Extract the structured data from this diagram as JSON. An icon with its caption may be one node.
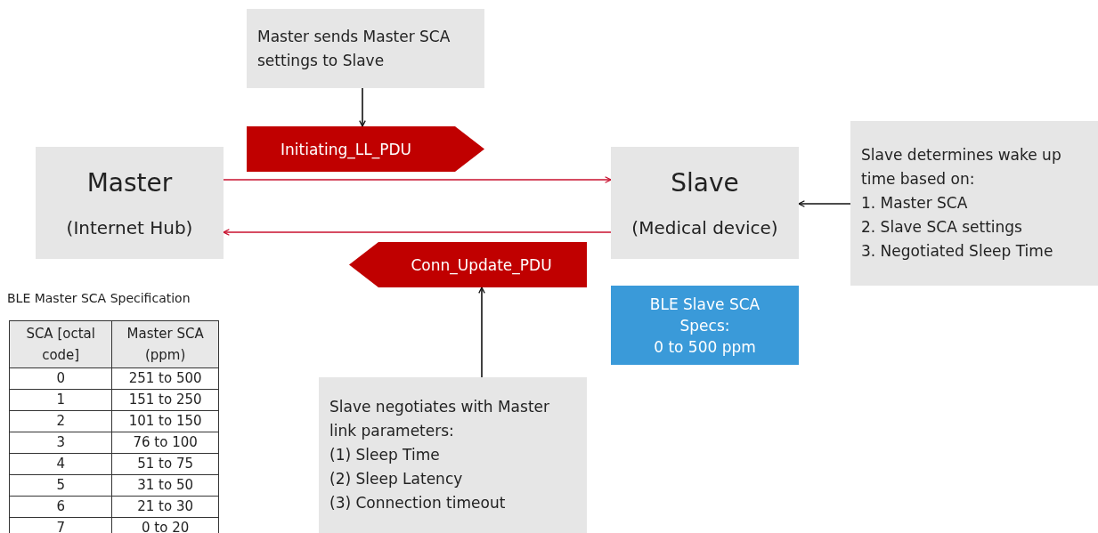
{
  "diagram": {
    "nodes": [
      {
        "text": [
          "Master",
          "(Internet Hub)"
        ]
      },
      {
        "text": [
          "Slave",
          "(Medical device)"
        ]
      },
      {
        "text": [
          "Master sends Master SCA settings to Slave"
        ]
      },
      {
        "text": [
          "Initiating_LL_PDU"
        ]
      },
      {
        "text": [
          "Conn_Update_PDU"
        ]
      },
      {
        "text": [
          "Slave determines wake up time based on:",
          "1. Master SCA",
          "2. Slave SCA settings",
          "3. Negotiated Sleep Time"
        ]
      },
      {
        "text": [
          "BLE Slave SCA Specs:",
          "0 to 500 ppm"
        ]
      },
      {
        "text": [
          "Slave negotiates with Master link parameters:",
          "(1) Sleep Time",
          "(2) Sleep Latency",
          "(3) Connection timeout"
        ]
      }
    ],
    "edges": [
      {
        "from": 2,
        "to": 3,
        "arrow": "to"
      },
      {
        "from": 0,
        "to": 1,
        "arrow": "to",
        "color": "#c8102e"
      },
      {
        "from": 1,
        "to": 0,
        "arrow": "to",
        "color": "#c8102e"
      },
      {
        "from": 7,
        "to": 4,
        "arrow": "to"
      },
      {
        "from": 5,
        "to": 1,
        "arrow": "to"
      }
    ],
    "labels": [
      "BLE Master SCA Specification",
      "SCA [octal code]",
      "Master SCA (ppm)",
      "0",
      "251 to 500",
      "1",
      "151 to 250",
      "2",
      "101 to 150",
      "3",
      "76 to 100",
      "4",
      "51 to 75",
      "5",
      "31 to 50",
      "6",
      "21 to 30",
      "7",
      "0 to 20"
    ]
  }
}
